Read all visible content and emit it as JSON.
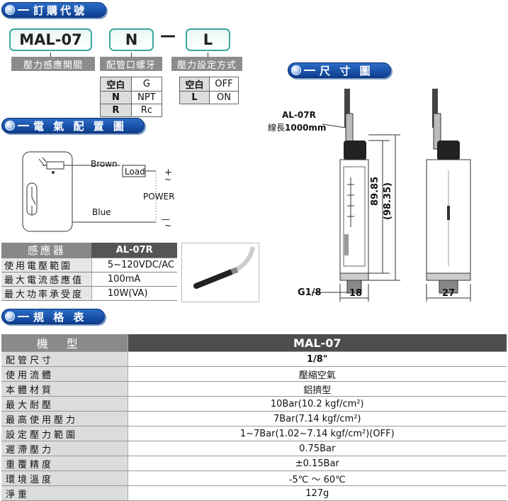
{
  "headers": {
    "order": "訂購代號",
    "dimension": "尺 寸 圖",
    "wiring": "電 氣 配 置 圖",
    "spec": "規 格 表"
  },
  "order_code": {
    "model": "MAL-07",
    "port": "N",
    "sep": "—",
    "setting": "L",
    "label_model": "壓力感應開關",
    "label_port": "配管口螺牙",
    "label_setting": "壓力設定方式",
    "port_options": [
      {
        "key": "空白",
        "value": "G"
      },
      {
        "key": "N",
        "value": "NPT"
      },
      {
        "key": "R",
        "value": "Rc"
      }
    ],
    "setting_options": [
      {
        "key": "空白",
        "value": "OFF"
      },
      {
        "key": "L",
        "value": "ON"
      }
    ]
  },
  "wiring": {
    "brown": "Brown",
    "blue": "Blue",
    "load": "Load",
    "power": "POWER",
    "plus": "+",
    "minus": "—",
    "tilde1": "~",
    "tilde2": "~"
  },
  "dimension": {
    "model_label": "AL-07R",
    "wire_label_prefix": "線長",
    "wire_label_value": "1000mm",
    "height1": "89.85",
    "height2": "(98.35)",
    "width_front": "18",
    "width_side": "27",
    "thread": "G1/8"
  },
  "sensor_table": {
    "h1": "感應器",
    "h2": "AL-07R",
    "rows": [
      {
        "label": "使用電壓範圍",
        "value": "5~120VDC/AC"
      },
      {
        "label": "最大電流感應值",
        "value": "100mA"
      },
      {
        "label": "最大功率承受度",
        "value": "10W(VA)"
      }
    ]
  },
  "spec_table": {
    "head_label": "機型",
    "head_value": "MAL-07",
    "rows": [
      {
        "label": "配管尺寸",
        "value": "1/8\""
      },
      {
        "label": "使用流體",
        "value": "壓縮空氣"
      },
      {
        "label": "本體材質",
        "value": "鋁擠型"
      },
      {
        "label": "最大耐壓",
        "value": "10Bar(10.2 kgf/cm²)"
      },
      {
        "label": "最高使用壓力",
        "value": "7Bar(7.14 kgf/cm²)"
      },
      {
        "label": "設定壓力範圍",
        "value": "1~7Bar(1.02~7.14 kgf/cm²)(OFF)"
      },
      {
        "label": "遲滯壓力",
        "value": "0.75Bar"
      },
      {
        "label": "重覆精度",
        "value": "±0.15Bar"
      },
      {
        "label": "環境溫度",
        "value": "-5℃ ～ 60℃"
      },
      {
        "label": "淨重",
        "value": "127g"
      }
    ]
  }
}
